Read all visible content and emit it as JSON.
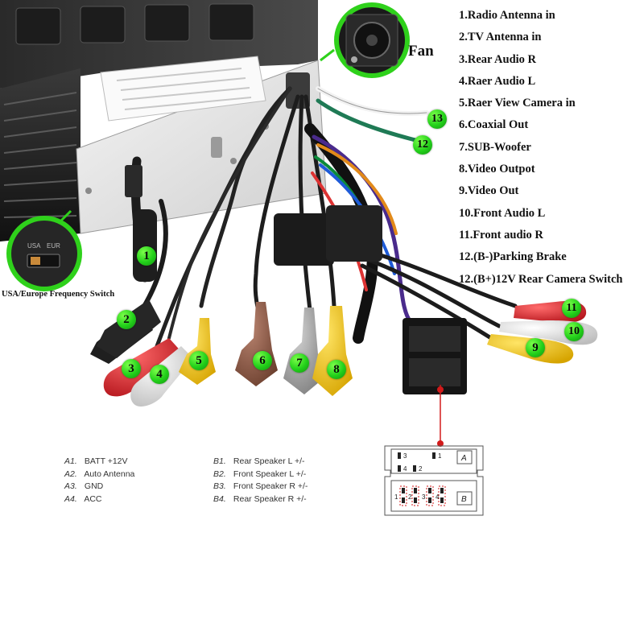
{
  "legend": [
    "1.Radio Antenna in",
    "2.TV Antenna in",
    "3.Rear Audio R",
    "4.Raer Audio L",
    "5.Raer View Camera in",
    "6.Coaxial Out",
    "7.SUB-Woofer",
    "8.Video Outpot",
    "9.Video Out",
    "10.Front Audio L",
    "11.Front audio R",
    "12.(B-)Parking Brake",
    "12.(B+)12V Rear Camera Switch"
  ],
  "callouts": {
    "fan": "Fan",
    "switch": "USA/Europe Frequency Switch",
    "switch_positions": [
      "USA",
      "EUR"
    ]
  },
  "badges": [
    "1",
    "2",
    "3",
    "4",
    "5",
    "6",
    "7",
    "8",
    "9",
    "10",
    "11",
    "12",
    "13"
  ],
  "pins_a": [
    {
      "code": "A1.",
      "label": "BATT +12V"
    },
    {
      "code": "A2.",
      "label": "Auto Antenna"
    },
    {
      "code": "A3.",
      "label": "GND"
    },
    {
      "code": "A4.",
      "label": "ACC"
    }
  ],
  "pins_b": [
    {
      "code": "B1.",
      "label": "Rear Speaker L  +/-"
    },
    {
      "code": "B2.",
      "label": "Front Speaker L +/-"
    },
    {
      "code": "B3.",
      "label": "Front Speaker R  +/-"
    },
    {
      "code": "B4.",
      "label": "Rear Speaker R  +/-"
    }
  ],
  "connector": {
    "block_a": "A",
    "block_b": "B",
    "a_pins": [
      "3",
      "1",
      "4",
      "2"
    ],
    "b_pins": [
      "1",
      "2",
      "3",
      "4"
    ]
  },
  "colors": {
    "badge": "#22d01a",
    "rca_red": "#d8232a",
    "rca_white": "#eeeeee",
    "rca_yellow": "#f2c811",
    "rca_brown": "#8a5a44",
    "rca_gray": "#a9a9a9",
    "pointer_red": "#d21a1a"
  }
}
